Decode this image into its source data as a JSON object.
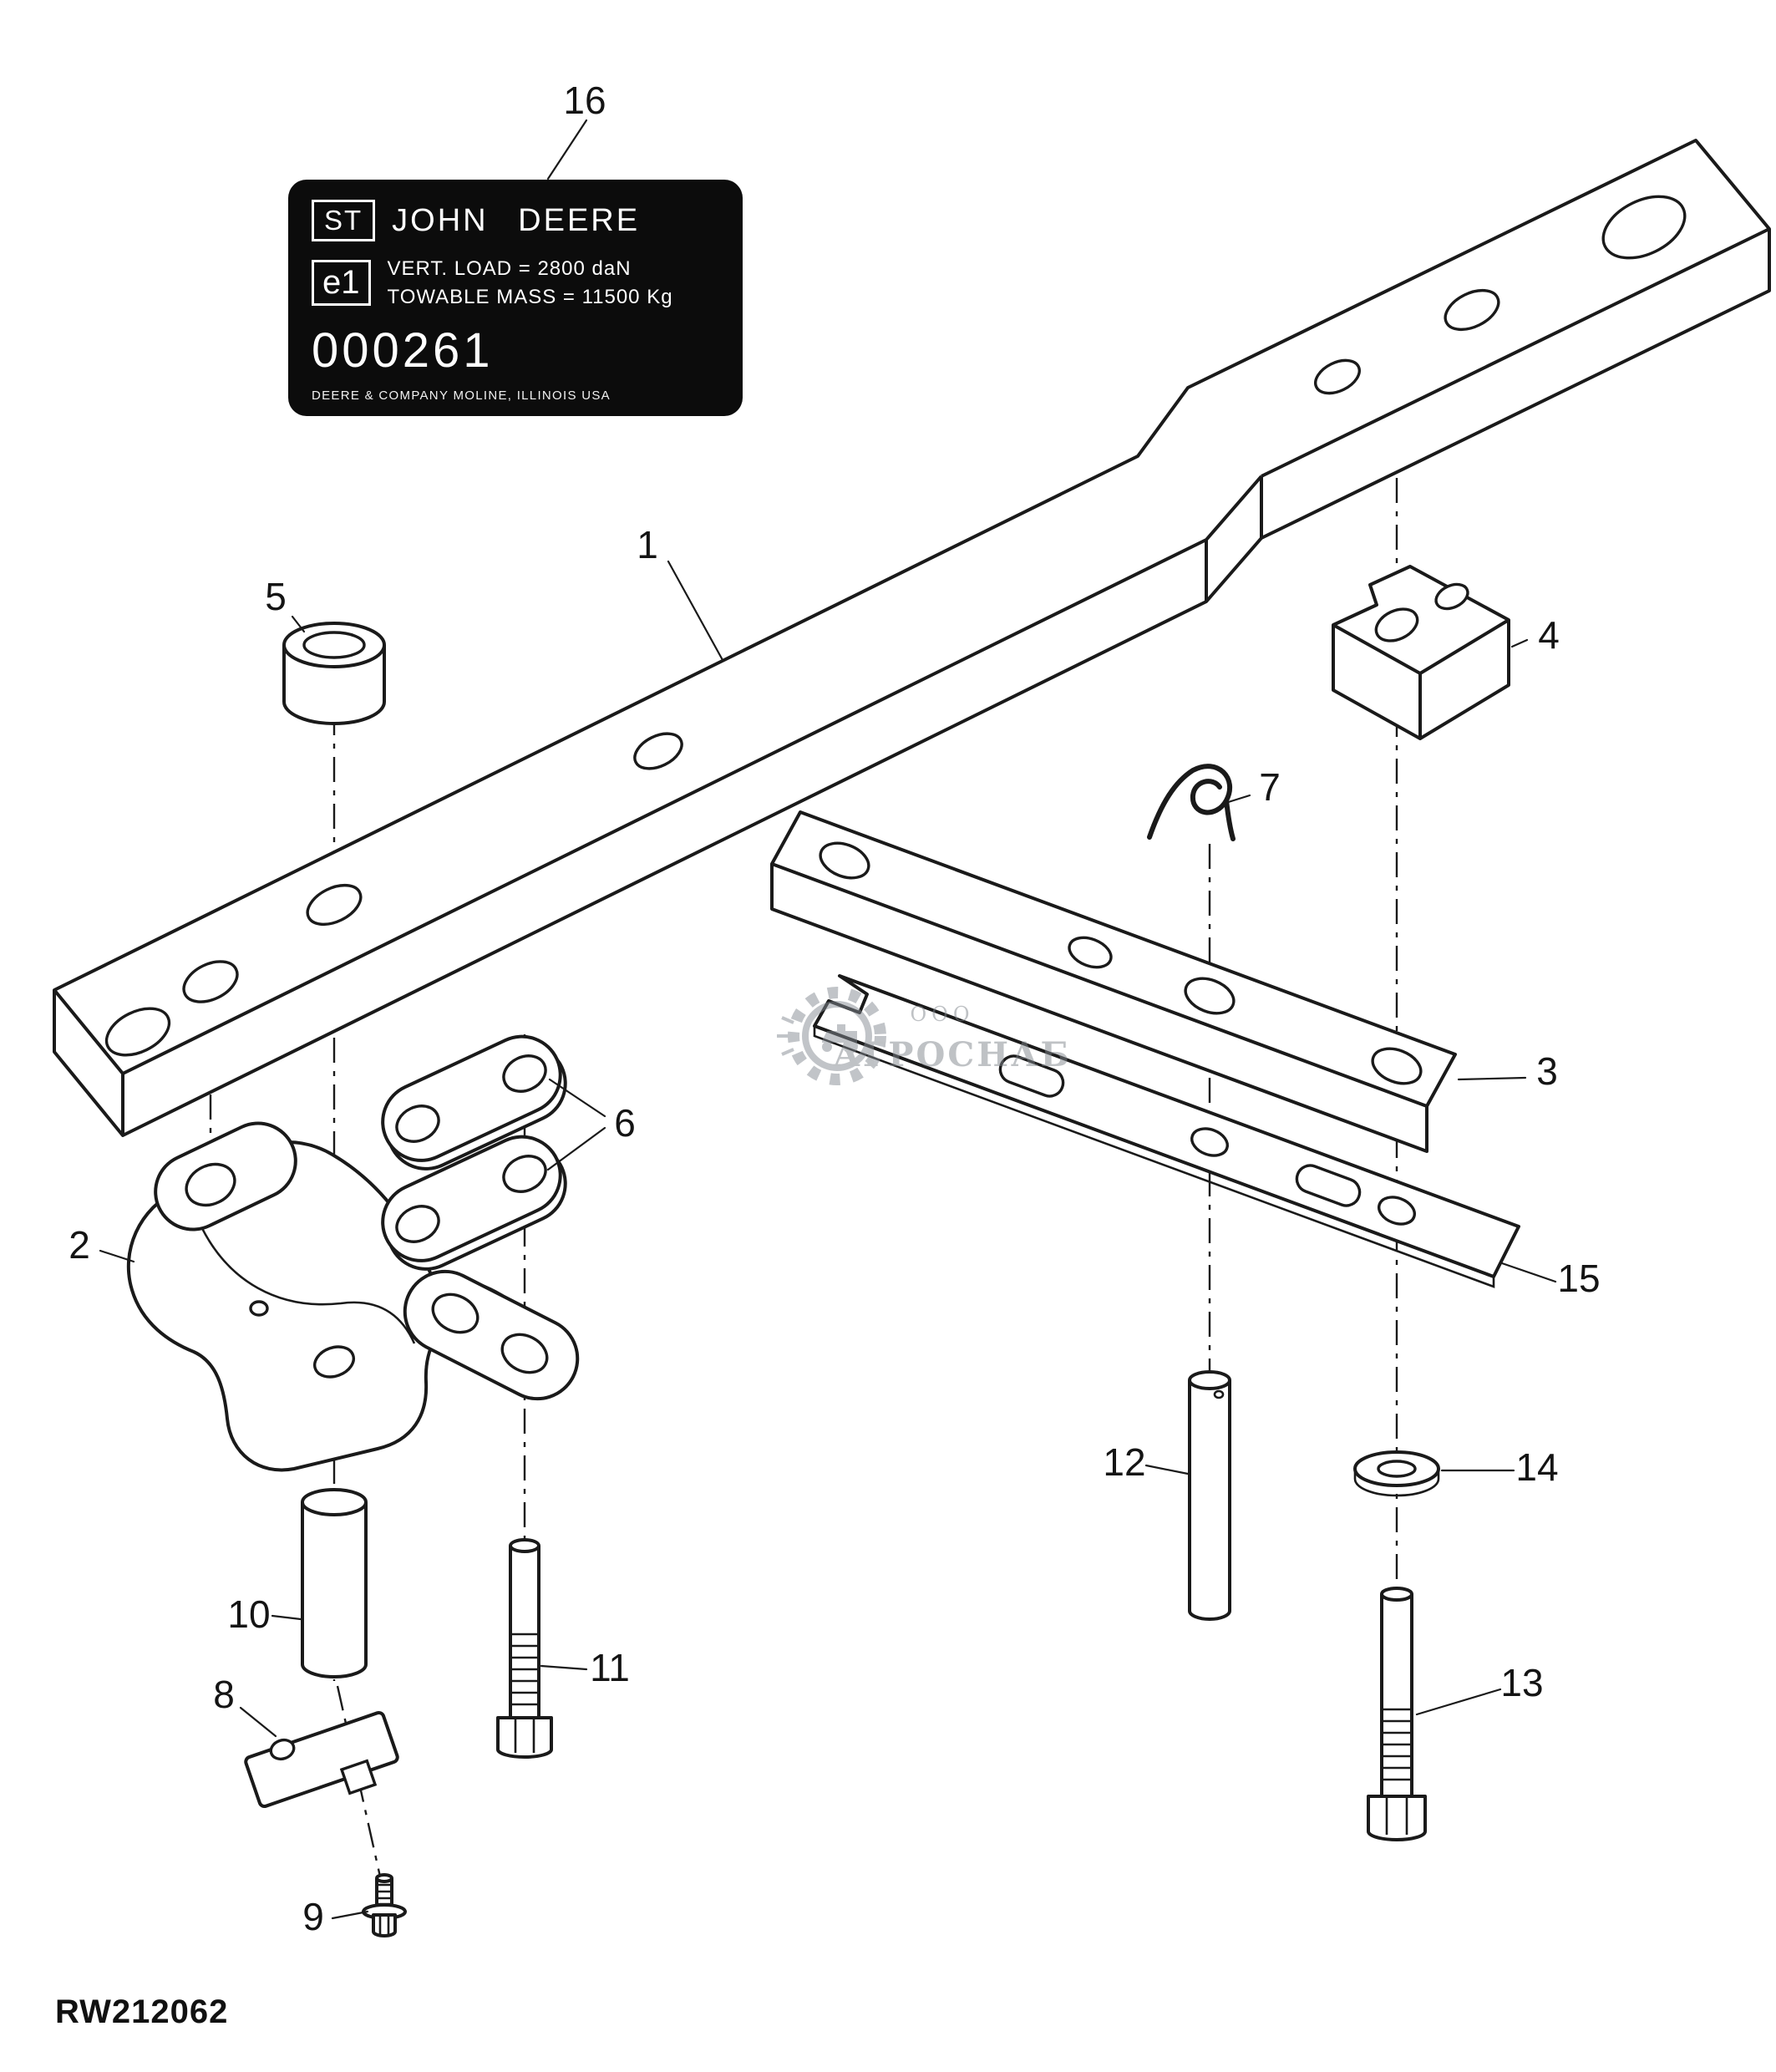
{
  "figure_code": "RW212062",
  "callouts": [
    "1",
    "2",
    "3",
    "4",
    "5",
    "6",
    "7",
    "8",
    "9",
    "10",
    "11",
    "12",
    "13",
    "14",
    "15",
    "16"
  ],
  "label_plate": {
    "approval_box": "ST",
    "brand": "JOHN DEERE",
    "e_mark": "e1",
    "vert_load": "VERT. LOAD = 2800 daN",
    "towable_mass": "TOWABLE MASS = 11500 Kg",
    "serial": "000261",
    "manufacturer": "DEERE & COMPANY MOLINE, ILLINOIS USA"
  },
  "watermark": {
    "org_type": "ООО",
    "name": "АГРОСНАБ"
  }
}
